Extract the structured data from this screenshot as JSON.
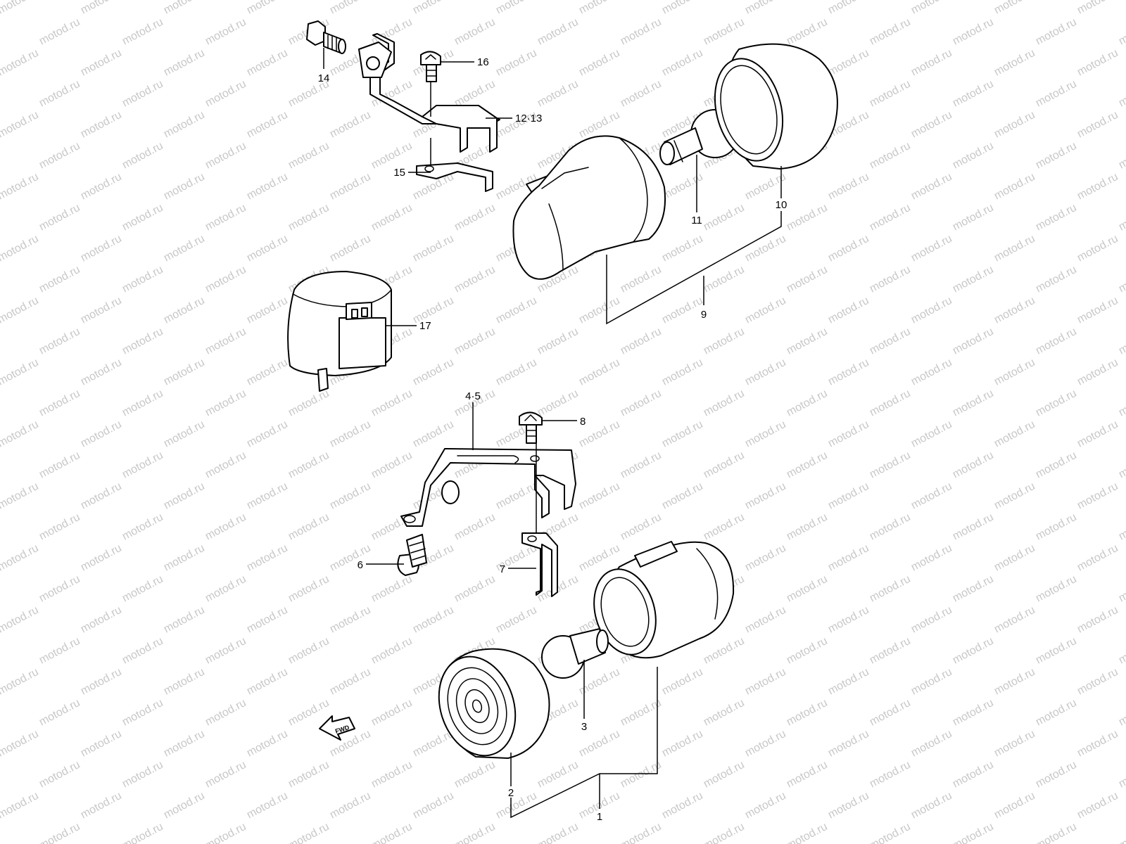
{
  "watermark": "motod.ru",
  "direction_arrow": "FWD",
  "callouts": [
    {
      "id": "c14",
      "label": "14"
    },
    {
      "id": "c16",
      "label": "16"
    },
    {
      "id": "c1213",
      "label": "12·13"
    },
    {
      "id": "c15",
      "label": "15"
    },
    {
      "id": "c11",
      "label": "11"
    },
    {
      "id": "c10",
      "label": "10"
    },
    {
      "id": "c9",
      "label": "9"
    },
    {
      "id": "c17",
      "label": "17"
    },
    {
      "id": "c45",
      "label": "4·5"
    },
    {
      "id": "c8",
      "label": "8"
    },
    {
      "id": "c6",
      "label": "6"
    },
    {
      "id": "c7",
      "label": "7"
    },
    {
      "id": "c3",
      "label": "3"
    },
    {
      "id": "c2",
      "label": "2"
    },
    {
      "id": "c1",
      "label": "1"
    }
  ],
  "colors": {
    "line": "#000000",
    "background": "#ffffff",
    "watermark": "#c8c8c8"
  }
}
